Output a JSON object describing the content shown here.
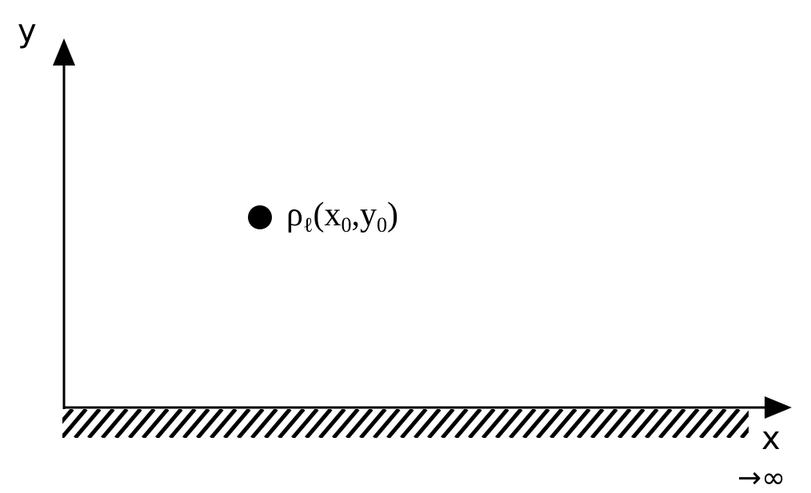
{
  "axes": {
    "y_label": "y",
    "x_label": "x"
  },
  "point": {
    "label_symbol": "ρ",
    "label_subscript": "ℓ",
    "label_open": "(x",
    "label_x_sub": "0",
    "label_comma": ",y",
    "label_y_sub": "0",
    "label_close": ")"
  },
  "boundary": {
    "limit_label": "→∞"
  },
  "colors": {
    "ink": "#000000",
    "background": "#ffffff"
  }
}
